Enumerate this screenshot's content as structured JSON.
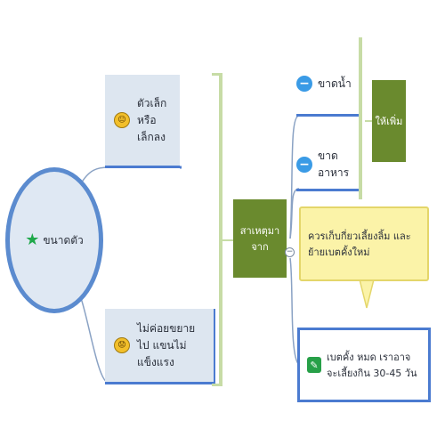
{
  "root": {
    "label": "ขนาดตัว",
    "icon": "star-icon"
  },
  "left_branches": [
    {
      "text": "ตัวเล็กหรือเล็กลง",
      "icon": "neutral-face-icon"
    },
    {
      "text": "ไม่ค่อยขยายไป แขนไม่แข็งแรง",
      "icon": "worried-face-icon"
    }
  ],
  "center": {
    "text": "สาเหตุมาจาก"
  },
  "causes": [
    {
      "text": "ขาดน้ำ",
      "icon": "minus-icon"
    },
    {
      "text": "ขาดอาหาร",
      "icon": "minus-icon"
    }
  ],
  "summary": {
    "text": "ให้เพิ่ม"
  },
  "callout": {
    "text": "ควรเก็บกี่ยวเลี้ยงลิ้ม และย้ายเบตคั้งใหม่"
  },
  "note": {
    "text": "เบตคั้ง หมด เราอาจจะเลี้ยงกิน 30-45 วัน",
    "icon": "pencil-icon"
  },
  "colors": {
    "root_border": "#5b8bcf",
    "branch_fill": "#dde6f0",
    "branch_underline": "#4b7bd0",
    "green_node": "#6a8a2e",
    "callout_fill": "#fbf3a8",
    "connector": "#c7dca6"
  }
}
